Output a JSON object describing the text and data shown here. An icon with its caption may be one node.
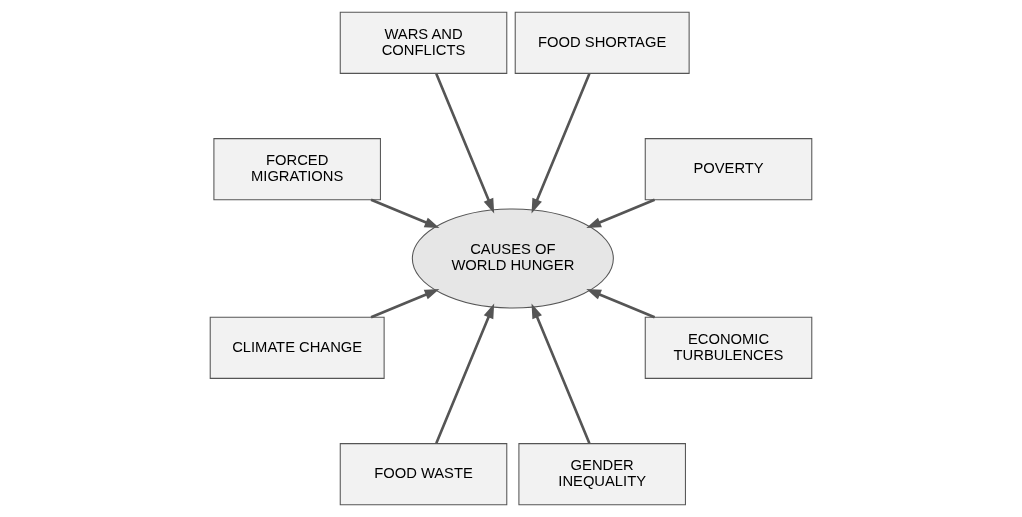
{
  "diagram": {
    "nodes": [
      {
        "text": [
          "POVERTY"
        ]
      },
      {
        "text": [
          "FOOD SHORTAGE"
        ]
      },
      {
        "text": [
          "WARS AND CONFLICTS"
        ]
      },
      {
        "text": [
          "FORCED MIGRATIONS"
        ]
      },
      {
        "text": [
          "CAUSES OF WORLD HUNGER"
        ]
      },
      {
        "text": [
          "CLIMATE CHANGE"
        ]
      },
      {
        "text": [
          "FOOD WASTE"
        ]
      },
      {
        "text": [
          "GENDER INEQUALITY"
        ]
      },
      {
        "text": [
          "ECONOMIC TURBULENCES"
        ]
      }
    ],
    "edges": [
      {
        "from": 0,
        "to": 4,
        "arrow": "to"
      },
      {
        "from": 1,
        "to": 4,
        "arrow": "to"
      },
      {
        "from": 2,
        "to": 4,
        "arrow": "to"
      },
      {
        "from": 3,
        "to": 4,
        "arrow": "to"
      },
      {
        "from": 5,
        "to": 4,
        "arrow": "to"
      },
      {
        "from": 6,
        "to": 4,
        "arrow": "to"
      },
      {
        "from": 7,
        "to": 4,
        "arrow": "to"
      },
      {
        "from": 8,
        "to": 4,
        "arrow": "to"
      }
    ]
  }
}
